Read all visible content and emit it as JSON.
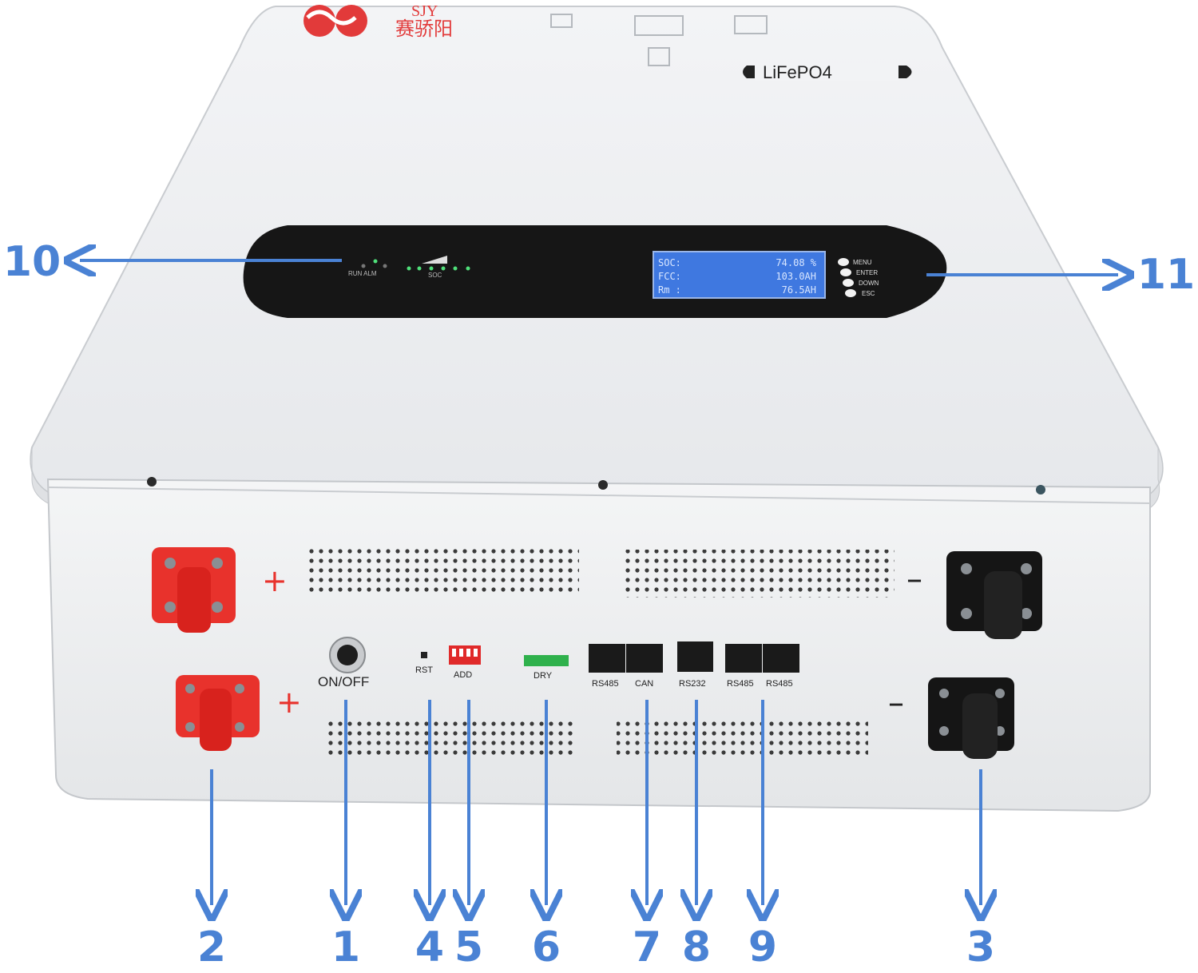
{
  "brand": {
    "name": "SJY",
    "logo_text": "赛骄阳",
    "chemistry": "LiFePO4"
  },
  "lcd": {
    "lines": [
      {
        "label": "SOC:",
        "value": "74.08 %"
      },
      {
        "label": "FCC:",
        "value": "103.0AH"
      },
      {
        "label": "Rm :",
        "value": "76.5AH"
      }
    ]
  },
  "lcd_buttons": [
    "MENU",
    "ENTER",
    "DOWN",
    "ESC"
  ],
  "indicator_labels": {
    "run_alm": "RUN ALM",
    "soc": "SOC"
  },
  "terminals": {
    "positive": "+",
    "negative": "–"
  },
  "ports": {
    "power": "ON/OFF",
    "reset": "RST",
    "address": "ADD",
    "dry": "DRY",
    "rs485_a": "RS485",
    "can": "CAN",
    "rs232": "RS232",
    "rs485_b": "RS485",
    "rs485_c": "RS485"
  },
  "callouts": {
    "c1": "1",
    "c2": "2",
    "c3": "3",
    "c4": "4",
    "c5": "5",
    "c6": "6",
    "c7": "7",
    "c8": "8",
    "c9": "9",
    "c10": "10",
    "c11": "11"
  },
  "colors": {
    "callout": "#4a82d4",
    "body": "#eef0f2",
    "panel": "#161616",
    "lcd": "#3f78e0",
    "positive_terminal": "#e8322c",
    "negative_terminal": "#111111",
    "logo": "#e23a3a"
  }
}
